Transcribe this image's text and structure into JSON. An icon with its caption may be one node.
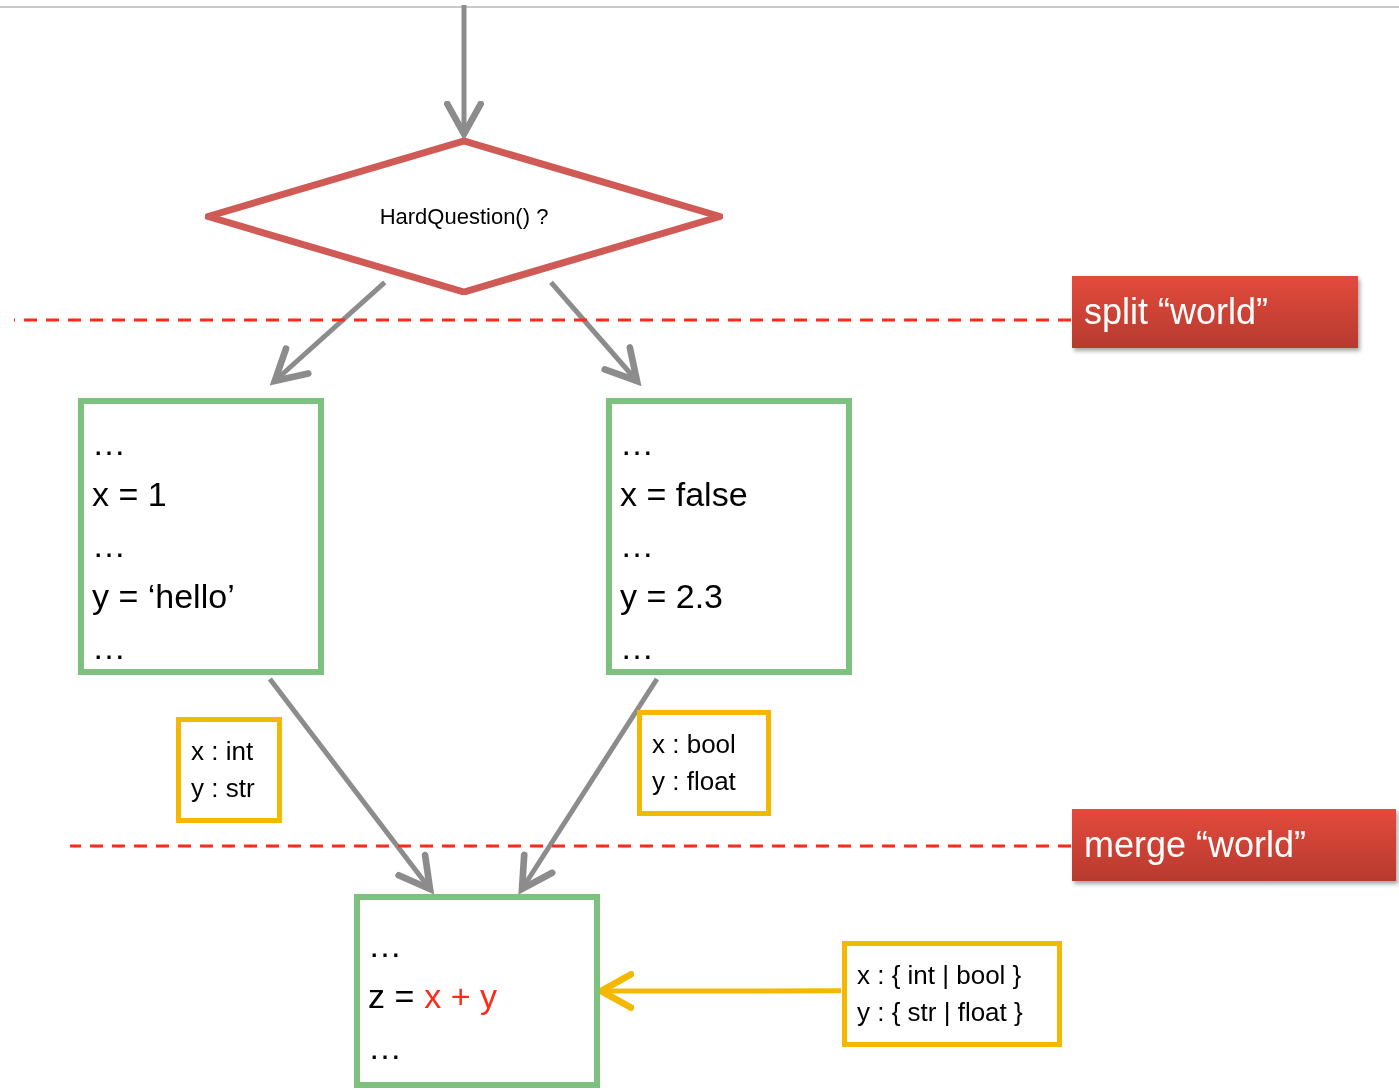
{
  "diagram": {
    "nodes": [
      {
        "text": [
          "HardQuestion() ?"
        ]
      },
      {
        "text": [
          "…",
          "x = 1",
          "…",
          "y = ‘hello’",
          "…"
        ]
      },
      {
        "text": [
          "…",
          "x = false",
          "…",
          "y = 2.3",
          "…"
        ]
      },
      {
        "text": [
          "x : int",
          "y : str"
        ]
      },
      {
        "text": [
          "x : bool",
          "y : float"
        ]
      },
      {
        "text": [
          "…",
          "z =",
          "x + y",
          "…"
        ]
      },
      {
        "text": [
          "x : { int | bool }",
          "y : { str | float }"
        ]
      },
      {
        "text": [
          "split “world”"
        ]
      },
      {
        "text": [
          "merge “world”"
        ]
      }
    ],
    "edges": [
      {
        "from": null,
        "to": 0,
        "arrow": "to"
      },
      {
        "from": 0,
        "to": 1,
        "arrow": "to"
      },
      {
        "from": 0,
        "to": 2,
        "arrow": "to"
      },
      {
        "from": 1,
        "to": 5,
        "arrow": "to"
      },
      {
        "from": 2,
        "to": 5,
        "arrow": "to"
      },
      {
        "from": 6,
        "to": 5,
        "arrow": "to",
        "color": "#f5b800"
      },
      {
        "from": 7,
        "to": null,
        "arrow": "none",
        "style": "dashed",
        "color": "#ff2a1a"
      },
      {
        "from": 8,
        "to": null,
        "arrow": "none",
        "style": "dashed",
        "color": "#ff2a1a"
      }
    ]
  }
}
